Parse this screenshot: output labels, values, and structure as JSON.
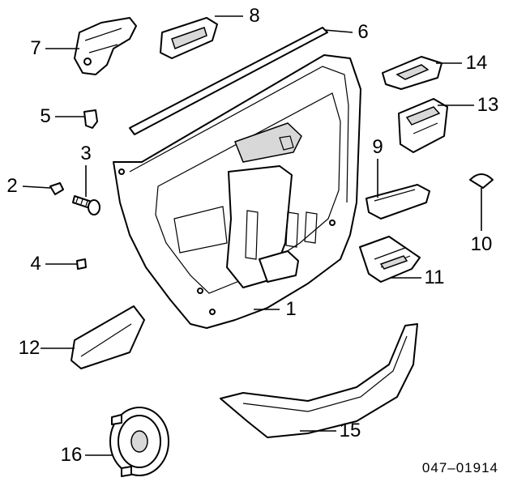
{
  "diagram": {
    "reference_code": "047–01914",
    "callouts": {
      "c1": "1",
      "c2": "2",
      "c3": "3",
      "c4": "4",
      "c5": "5",
      "c6": "6",
      "c7": "7",
      "c8": "8",
      "c9": "9",
      "c10": "10",
      "c11": "11",
      "c12": "12",
      "c13": "13",
      "c14": "14",
      "c15": "15",
      "c16": "16"
    }
  }
}
